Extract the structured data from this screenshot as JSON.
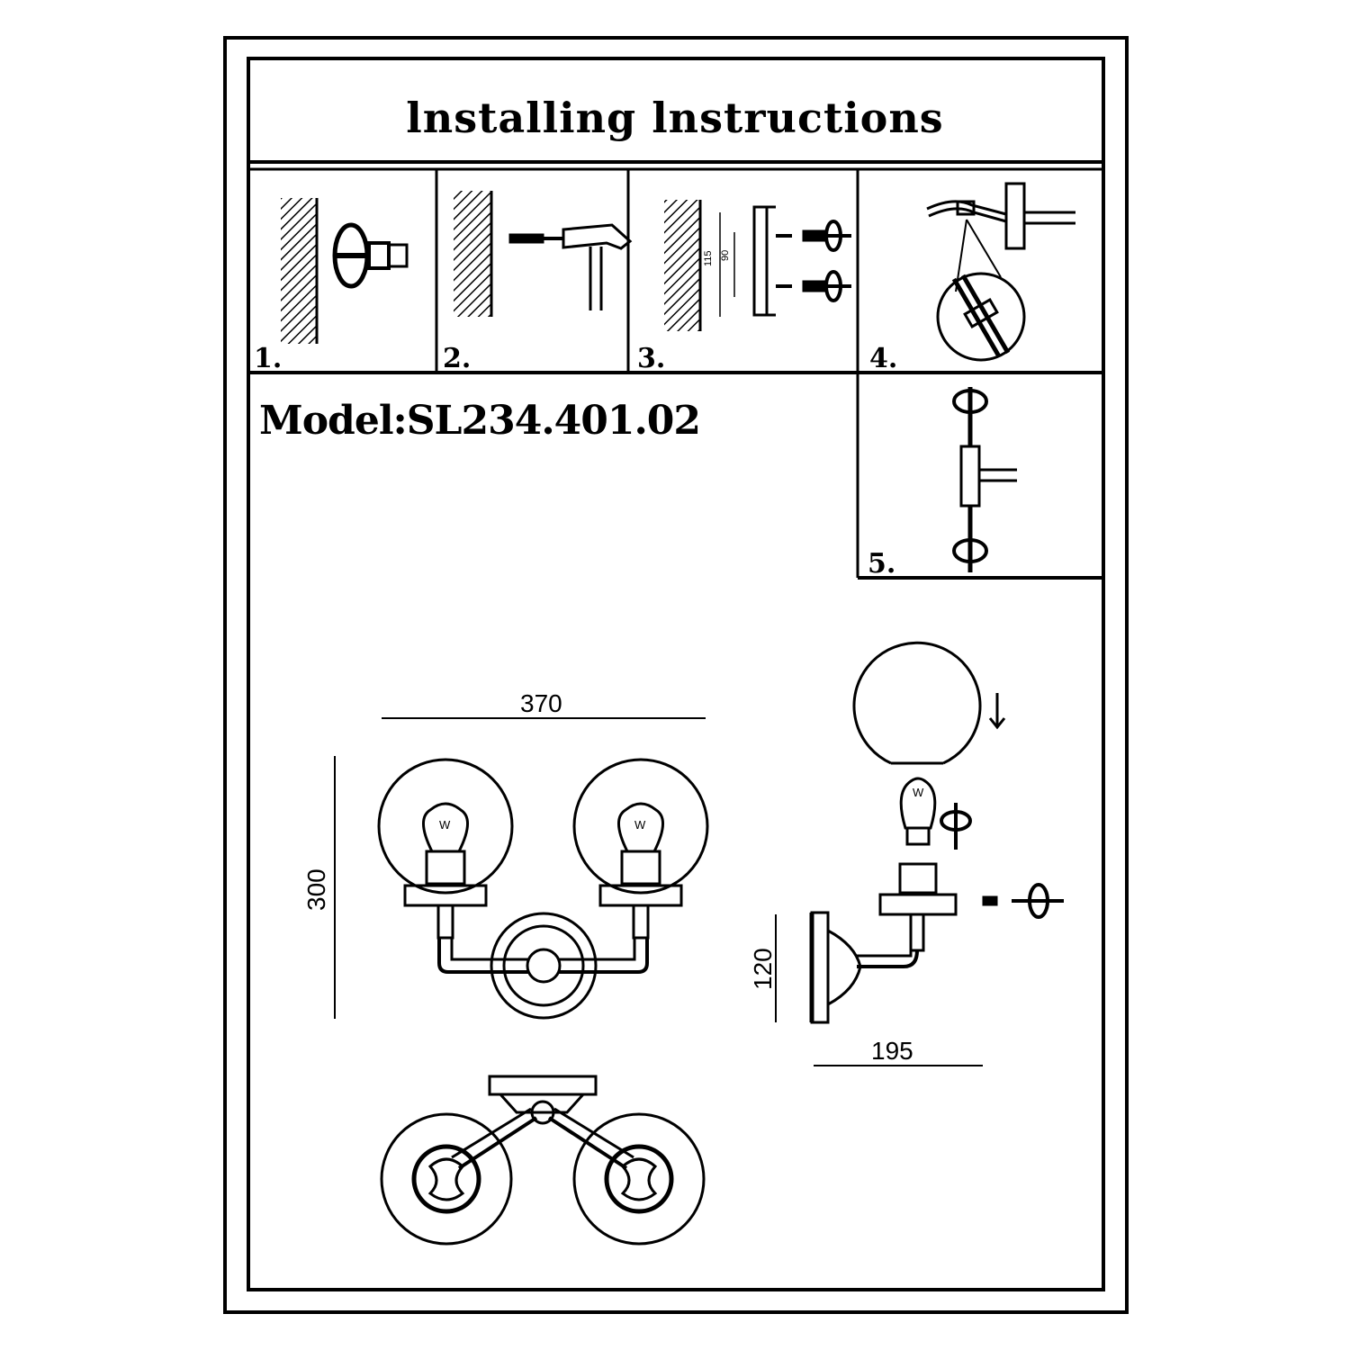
{
  "title": "lnstalling lnstructions",
  "model": "Model:SL234.401.02",
  "steps": [
    "1.",
    "2.",
    "3.",
    "4.",
    "5."
  ],
  "step3_dims": [
    "115",
    "90"
  ],
  "bulb_mark": "W",
  "dimensions": {
    "width": "370",
    "height": "300",
    "depth": "195",
    "backplate": "120"
  }
}
